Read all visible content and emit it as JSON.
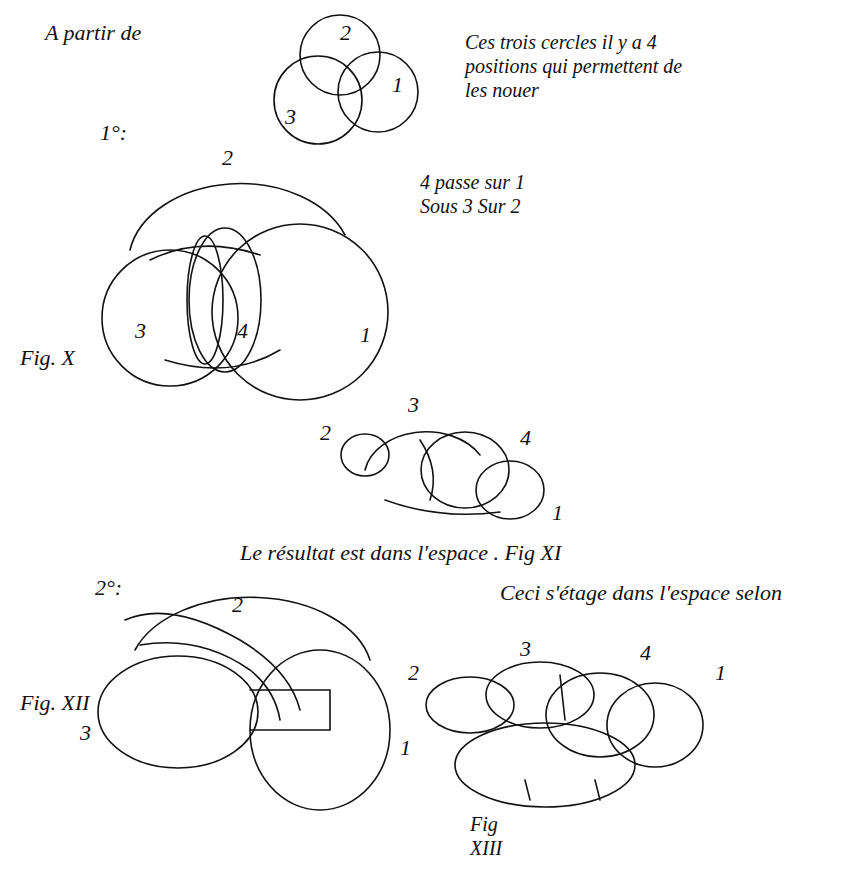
{
  "diagram": {
    "labels": [
      "A partir de",
      "2",
      "1",
      "3",
      "Ces trois cercles il y a 4 positions qui permettent de les nouer",
      "1°:",
      "2",
      "Fig. X",
      "3",
      "4",
      "1",
      "4 passe sur 1 Sous 3 Sur 2",
      "2",
      "3",
      "4",
      "1",
      "Le résultat est dans l'espace . Fig XI",
      "2°:",
      "2",
      "Fig. XII",
      "3",
      "1",
      "Ceci s'étage dans l'espace selon",
      "2",
      "3",
      "4",
      "1",
      "Fig XIII"
    ]
  }
}
